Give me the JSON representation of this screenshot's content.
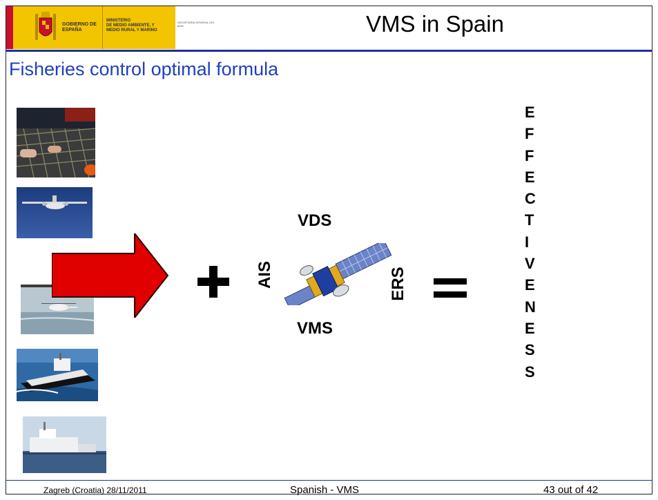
{
  "header": {
    "gov_label": "GOBIERNO DE ESPAÑA",
    "ministry_label": "MINISTERIO\nDE MEDIO AMBIENTE, Y\nMEDIO RURAL Y MARINO",
    "secretariat_label": "SECRETARÍA GENERAL DEL MAR",
    "title": "VMS in Spain"
  },
  "subtitle": "Fisheries control optimal formula",
  "formula": {
    "top_label": "VDS",
    "bottom_label": "VMS",
    "left_label": "AIS",
    "right_label": "ERS",
    "result_letters": [
      "E",
      "F",
      "F",
      "E",
      "C",
      "T",
      "I",
      "V",
      "E",
      "N",
      "E",
      "S",
      "S"
    ]
  },
  "footer": {
    "left": "Zagreb (Croatia) 28/11/2011",
    "center": "Spanish - VMS",
    "right": "43 out of 42"
  },
  "colors": {
    "accent_blue": "#1f40c0",
    "rule_blue": "#1c2fa0",
    "logo_yellow": "#f3c400",
    "arrow_red": "#e00000"
  }
}
